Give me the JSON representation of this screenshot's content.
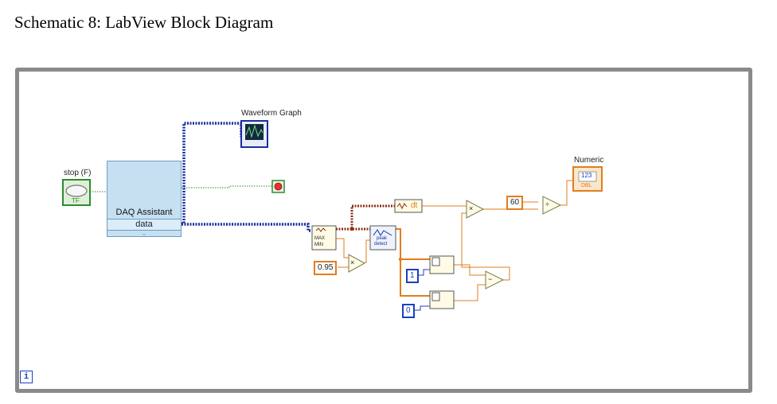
{
  "caption": "Schematic 8: LabView Block Diagram",
  "loop": {
    "iteration_terminal": "i"
  },
  "nodes": {
    "stop_label": "stop (F)",
    "stop_indicator_text": "TF",
    "daq_title": "DAQ Assistant",
    "daq_output": "data",
    "waveform_graph_label": "Waveform Graph",
    "numeric_label": "Numeric",
    "numeric_indicator_text": "123",
    "numeric_indicator_type": "DBL",
    "dt_label": "dt",
    "maxmin_max": "MAX",
    "maxmin_min": "MIN",
    "peak_detect_line1": "peak",
    "peak_detect_line2": "detect"
  },
  "constants": {
    "threshold_scale": "0.95",
    "seconds_per_minute": "60",
    "index_one": "1",
    "index_zero": "0"
  },
  "operators": {
    "multiply_threshold": "×",
    "multiply_dt": "×",
    "divide": "÷",
    "subtract": "−"
  },
  "colors": {
    "wire_dynamic": "#1a2fa0",
    "wire_numeric": "#e07e1e",
    "wire_boolean": "#2e8b2e",
    "wire_waveform": "#8b2d14",
    "loop_border": "#8a8a8a"
  }
}
